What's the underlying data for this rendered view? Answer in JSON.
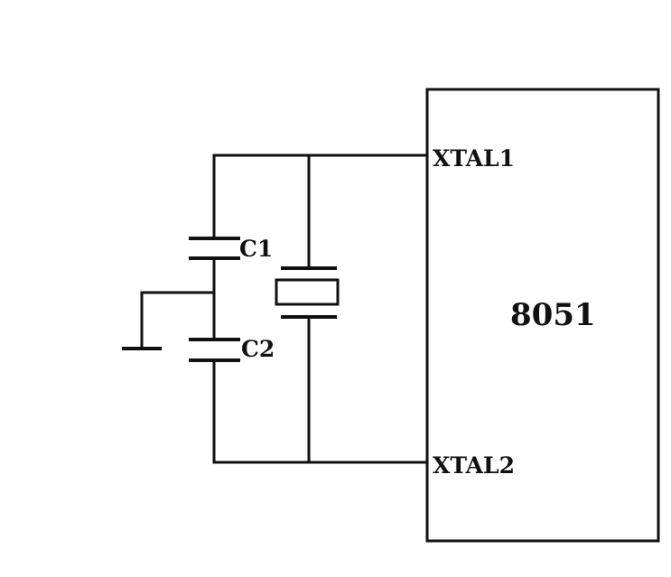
{
  "chip": {
    "name": "8051",
    "pins": {
      "xtal1": "XTAL1",
      "xtal2": "XTAL2"
    }
  },
  "components": {
    "c1": "C1",
    "c2": "C2"
  },
  "colors": {
    "ink": "#111111",
    "background": "#ffffff"
  }
}
